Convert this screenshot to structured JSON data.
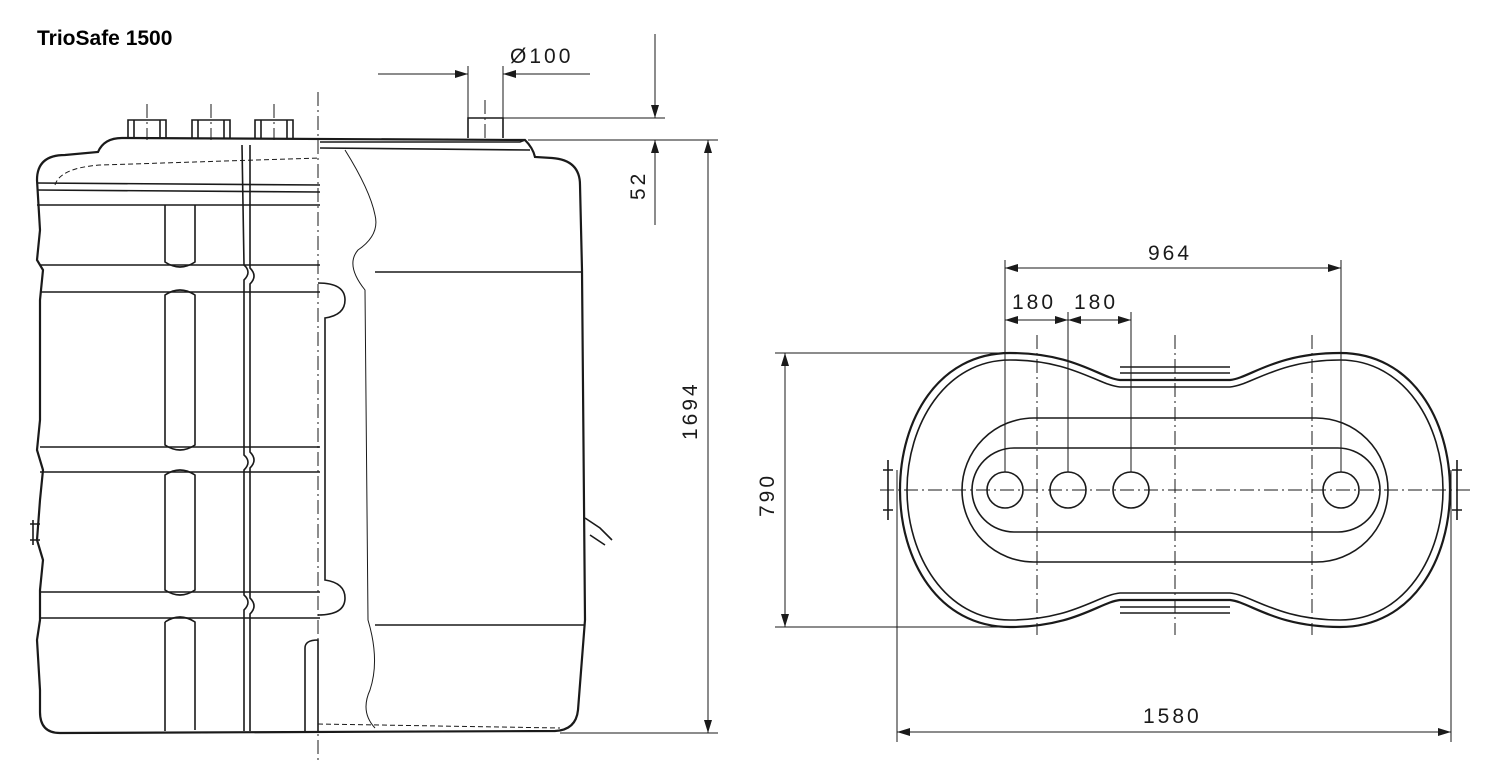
{
  "title": "TrioSafe 1500",
  "dimensions": {
    "socket_diameter": "Ø100",
    "socket_height": "52",
    "total_height": "1694",
    "spacing_overall": "964",
    "spacing_1": "180",
    "spacing_2": "180",
    "width": "790",
    "length": "1580"
  }
}
